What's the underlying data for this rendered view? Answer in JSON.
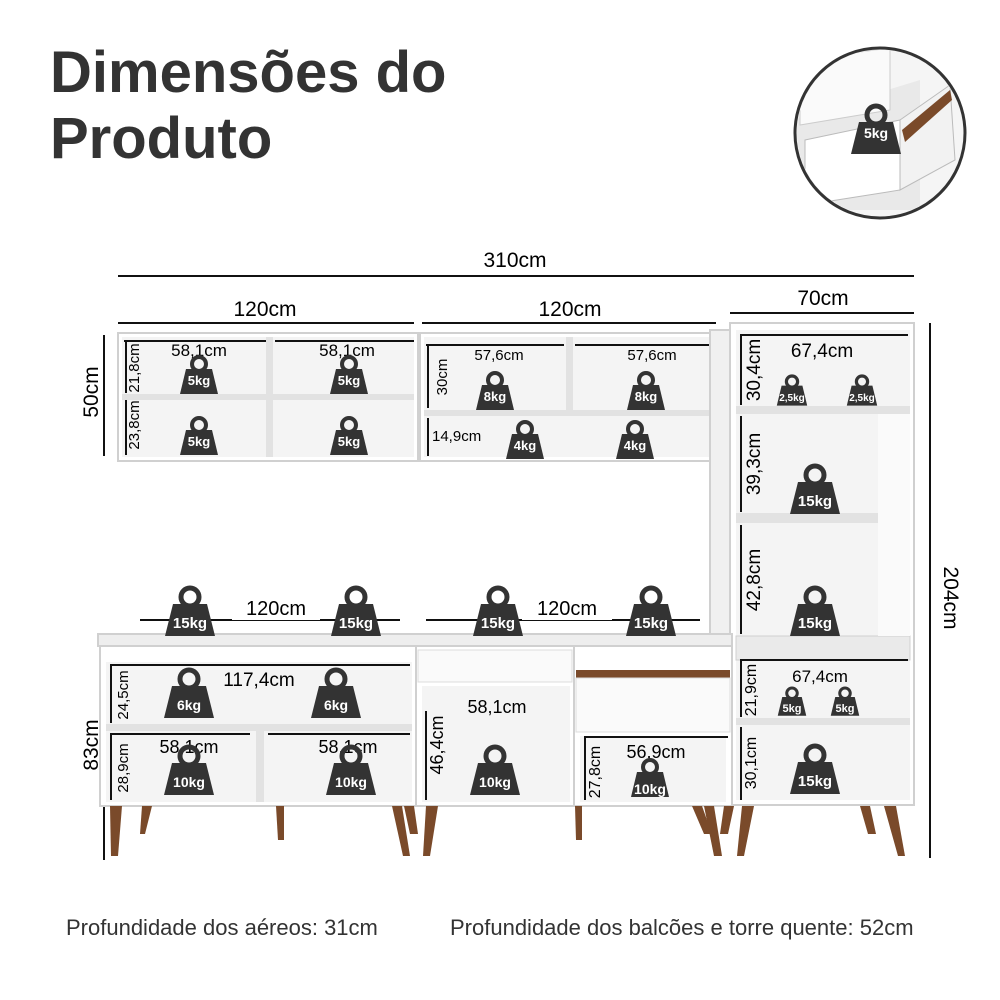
{
  "title": {
    "line1": "Dimensões do",
    "line2": "Produto"
  },
  "inset": {
    "drawer_weight": "5kg"
  },
  "dimensions": {
    "total_width": "310cm",
    "upper_left_width": "120cm",
    "upper_mid_width": "120cm",
    "tower_width": "70cm",
    "upper_height": "50cm",
    "base_height": "83cm",
    "total_height": "204cm",
    "counter_left_width": "120cm",
    "counter_right_width": "120cm"
  },
  "upper_left": {
    "width_a": "58,1cm",
    "width_b": "58,1cm",
    "height_top": "21,8cm",
    "height_bottom": "23,8cm",
    "w_top_a": "5kg",
    "w_top_b": "5kg",
    "w_bot_a": "5kg",
    "w_bot_b": "5kg"
  },
  "upper_mid": {
    "width_a": "57,6cm",
    "width_b": "57,6cm",
    "height_top": "30cm",
    "height_bottom": "14,9cm",
    "w_top_a": "8kg",
    "w_top_b": "8kg",
    "w_bot_a": "4kg",
    "w_bot_b": "4kg"
  },
  "tower": {
    "width_top": "67,4cm",
    "h1": "30,4cm",
    "w1a": "2,5kg",
    "w1b": "2,5kg",
    "h2": "39,3cm",
    "w2": "15kg",
    "h3": "42,8cm",
    "w3": "15kg",
    "width_lower": "67,4cm",
    "h4": "21,9cm",
    "w4a": "5kg",
    "w4b": "5kg",
    "h5": "30,1cm",
    "w5": "15kg"
  },
  "counter_top": {
    "w1": "15kg",
    "w2": "15kg",
    "w3": "15kg",
    "w4": "15kg"
  },
  "base_left": {
    "top_width": "117,4cm",
    "top_height": "24,5cm",
    "top_w1": "6kg",
    "top_w2": "6kg",
    "bot_width_a": "58,1cm",
    "bot_width_b": "58,1cm",
    "bot_height": "28,9cm",
    "bot_w1": "10kg",
    "bot_w2": "10kg"
  },
  "base_mid": {
    "width": "58,1cm",
    "height": "46,4cm",
    "weight": "10kg"
  },
  "base_right": {
    "width": "56,9cm",
    "height": "27,8cm",
    "weight": "10kg"
  },
  "footer": {
    "depth_upper": "Profundidade dos aéreos: 31cm",
    "depth_lower": "Profundidade dos balcões e torre quente: 52cm"
  },
  "colors": {
    "cabinet": "#ffffff",
    "shelf": "#e6e6e6",
    "edge": "#cfcfcf",
    "wood": "#7a4a2a",
    "weight_icon": "#333333",
    "dim_line": "#111111"
  }
}
